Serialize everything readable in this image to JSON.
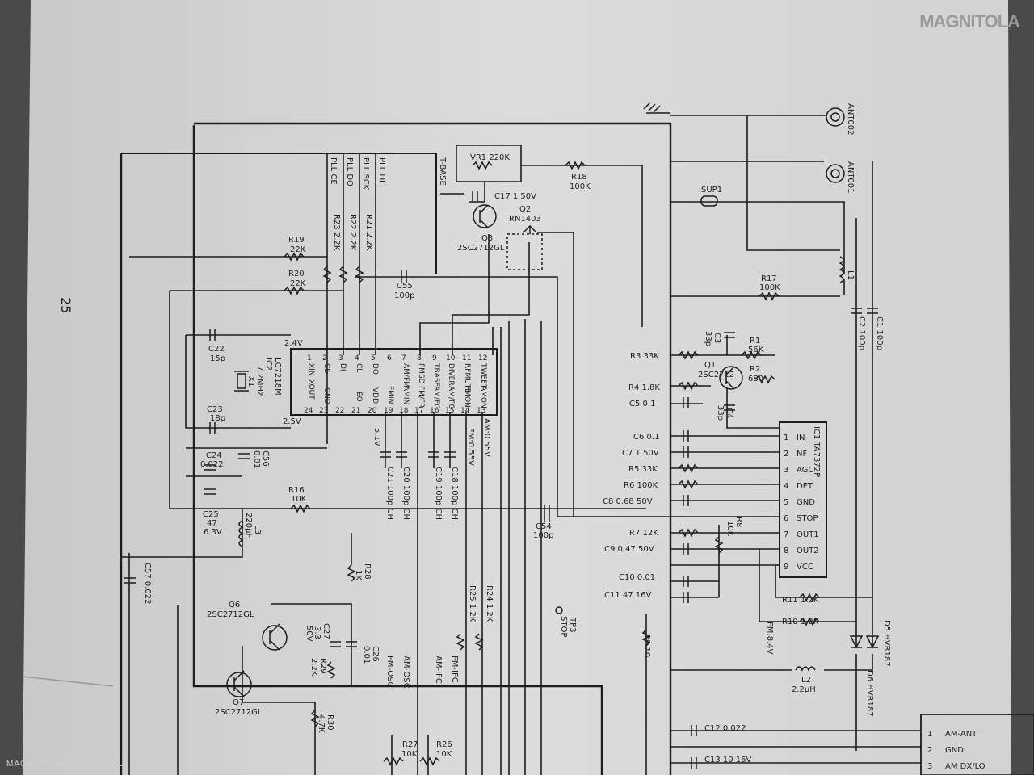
{
  "page": {
    "number": "25",
    "watermark_logo": "MAGNITOLA",
    "watermark_footer": "MAGNITOLAEL.ORG | [.RU] [.NET]"
  },
  "top_labels": {
    "pll_ce": "PLL CE",
    "pll_do": "PLL DO",
    "pll_sck": "PLL SCK",
    "pll_di": "PLL DI",
    "t_base": "T-BASE",
    "ant002": "ANT002",
    "ant001": "ANT001",
    "sup1": "SUP1"
  },
  "components": [
    {
      "id": "r23",
      "text": "R23 2.2K"
    },
    {
      "id": "r22",
      "text": "R22 2.2K"
    },
    {
      "id": "r21",
      "text": "R21 2.2K"
    },
    {
      "id": "r19",
      "text": "R19"
    },
    {
      "id": "r19v",
      "text": "22K"
    },
    {
      "id": "r20",
      "text": "R20"
    },
    {
      "id": "r20v",
      "text": "22K"
    },
    {
      "id": "c55",
      "text": "C55"
    },
    {
      "id": "c55v",
      "text": "100p"
    },
    {
      "id": "vr1",
      "text": "VR1 220K"
    },
    {
      "id": "r18",
      "text": "R18"
    },
    {
      "id": "r18v",
      "text": "100K"
    },
    {
      "id": "c17",
      "text": "C17 1 50V"
    },
    {
      "id": "q2",
      "text": "Q2"
    },
    {
      "id": "q2v",
      "text": "RN1403"
    },
    {
      "id": "q3",
      "text": "Q3"
    },
    {
      "id": "q3v",
      "text": "2SC2712GL"
    },
    {
      "id": "r17",
      "text": "R17"
    },
    {
      "id": "r17v",
      "text": "100K"
    },
    {
      "id": "l1",
      "text": "L1"
    },
    {
      "id": "c2",
      "text": "C2 100p"
    },
    {
      "id": "c1",
      "text": "C1 100p"
    },
    {
      "id": "c22",
      "text": "C22"
    },
    {
      "id": "c22v",
      "text": "15p"
    },
    {
      "id": "ic2",
      "text": "IC2"
    },
    {
      "id": "ic2v",
      "text": "LC7218M"
    },
    {
      "id": "x1",
      "text": "X1"
    },
    {
      "id": "x1v",
      "text": "7.2MHz"
    },
    {
      "id": "c23",
      "text": "C23"
    },
    {
      "id": "c23v",
      "text": "18p"
    },
    {
      "id": "v24a",
      "text": "2.4V"
    },
    {
      "id": "v25",
      "text": "2.5V"
    },
    {
      "id": "v51",
      "text": "5.1V"
    },
    {
      "id": "c24",
      "text": "C24"
    },
    {
      "id": "c24v",
      "text": "0.022"
    },
    {
      "id": "c56",
      "text": "C56"
    },
    {
      "id": "c56v",
      "text": "0.01"
    },
    {
      "id": "r16",
      "text": "R16"
    },
    {
      "id": "r16v",
      "text": "10K"
    },
    {
      "id": "c25",
      "text": "C25"
    },
    {
      "id": "c25v",
      "text": "47"
    },
    {
      "id": "c25w",
      "text": "6.3V"
    },
    {
      "id": "l3",
      "text": "L3"
    },
    {
      "id": "l3v",
      "text": "220μH"
    },
    {
      "id": "c57",
      "text": "C57 0.022"
    },
    {
      "id": "c21",
      "text": "C21 100p CH"
    },
    {
      "id": "c20",
      "text": "C20 100p CH"
    },
    {
      "id": "c19",
      "text": "C19 100p CH"
    },
    {
      "id": "c18",
      "text": "C18 100p CH"
    },
    {
      "id": "fm055",
      "text": "FM:0.55V"
    },
    {
      "id": "am055",
      "text": "AM:0.55V"
    },
    {
      "id": "c54",
      "text": "C54"
    },
    {
      "id": "c54v",
      "text": "100p"
    },
    {
      "id": "r28",
      "text": "R28"
    },
    {
      "id": "r28v",
      "text": "1K"
    },
    {
      "id": "q6",
      "text": "Q6"
    },
    {
      "id": "q6v",
      "text": "2SC2712GL"
    },
    {
      "id": "c27",
      "text": "C27"
    },
    {
      "id": "c27v",
      "text": "3.3"
    },
    {
      "id": "c27w",
      "text": "50V"
    },
    {
      "id": "c26",
      "text": "C26"
    },
    {
      "id": "c26v",
      "text": "0.01"
    },
    {
      "id": "r29",
      "text": "R29"
    },
    {
      "id": "r29v",
      "text": "2.2K"
    },
    {
      "id": "q7",
      "text": "Q7"
    },
    {
      "id": "q7v",
      "text": "2SC2712GL"
    },
    {
      "id": "r30",
      "text": "R30"
    },
    {
      "id": "r30v",
      "text": "4.7K"
    },
    {
      "id": "fmosc",
      "text": "FM-OSC"
    },
    {
      "id": "amosc",
      "text": "AM-OSC"
    },
    {
      "id": "amifc",
      "text": "AM-IFC"
    },
    {
      "id": "fmifc",
      "text": "FM-IFC"
    },
    {
      "id": "r25",
      "text": "R25 1.2K"
    },
    {
      "id": "r24",
      "text": "R24 1.2K"
    },
    {
      "id": "tp3",
      "text": "TP3"
    },
    {
      "id": "tp3v",
      "text": "STOP"
    },
    {
      "id": "r27",
      "text": "R27"
    },
    {
      "id": "r27v",
      "text": "10K"
    },
    {
      "id": "r26",
      "text": "R26"
    },
    {
      "id": "r26v",
      "text": "10K"
    },
    {
      "id": "r3",
      "text": "R3 33K"
    },
    {
      "id": "c3",
      "text": "C3"
    },
    {
      "id": "c3v",
      "text": "33p"
    },
    {
      "id": "r1",
      "text": "R1"
    },
    {
      "id": "r1v",
      "text": "56K"
    },
    {
      "id": "q1",
      "text": "Q1"
    },
    {
      "id": "q1v",
      "text": "2SC2712"
    },
    {
      "id": "r2",
      "text": "R2"
    },
    {
      "id": "r2v",
      "text": "680"
    },
    {
      "id": "r4",
      "text": "R4 1.8K"
    },
    {
      "id": "c5",
      "text": "C5 0.1"
    },
    {
      "id": "c4",
      "text": "C4"
    },
    {
      "id": "c4v",
      "text": "33p"
    },
    {
      "id": "c6",
      "text": "C6 0.1"
    },
    {
      "id": "c7",
      "text": "C7 1 50V"
    },
    {
      "id": "r5",
      "text": "R5 33K"
    },
    {
      "id": "r6",
      "text": "R6 100K"
    },
    {
      "id": "c8",
      "text": "C8 0.68 50V"
    },
    {
      "id": "r7",
      "text": "R7 12K"
    },
    {
      "id": "c9",
      "text": "C9 0.47 50V"
    },
    {
      "id": "r8",
      "text": "R8"
    },
    {
      "id": "r8v",
      "text": "10K"
    },
    {
      "id": "c10",
      "text": "C10 0.01"
    },
    {
      "id": "c11",
      "text": "C11 47 16V"
    },
    {
      "id": "ic1",
      "text": "IC1 TA7372P"
    },
    {
      "id": "r11",
      "text": "R11 1.2K"
    },
    {
      "id": "r10",
      "text": "R10 1.2K"
    },
    {
      "id": "fm84",
      "text": "FM:8.4V"
    },
    {
      "id": "r9",
      "text": "R9 10"
    },
    {
      "id": "l2",
      "text": "L2"
    },
    {
      "id": "l2v",
      "text": "2.2μH"
    },
    {
      "id": "d5",
      "text": "D5 HVR187"
    },
    {
      "id": "d6",
      "text": "D6 HVR187"
    },
    {
      "id": "c12",
      "text": "C12 0.022"
    },
    {
      "id": "c13",
      "text": "C13 10 16V"
    },
    {
      "id": "am_ant",
      "text": "AM-ANT"
    },
    {
      "id": "gnd",
      "text": "GND"
    },
    {
      "id": "amdx",
      "text": "AM DX/LO"
    },
    {
      "id": "cn1",
      "text": "1"
    },
    {
      "id": "cn2",
      "text": "2"
    },
    {
      "id": "cn3",
      "text": "3"
    }
  ],
  "ic2_pins": {
    "top_numbers": [
      "1",
      "2",
      "3",
      "4",
      "5",
      "6",
      "7",
      "8",
      "9",
      "10",
      "11",
      "12"
    ],
    "top_names": [
      "XIN",
      "CE",
      "DI",
      "CL",
      "DO",
      "",
      "AM/FM",
      "FMSD",
      "TBASE",
      "DIVER",
      "RFMUTE",
      "TWEET"
    ],
    "bottom_numbers": [
      "24",
      "23",
      "22",
      "21",
      "20",
      "19",
      "18",
      "17",
      "16",
      "15",
      "14",
      "13"
    ],
    "bottom_names": [
      "XOUT",
      "GND",
      "",
      "EO",
      "VDD",
      "FMIN",
      "AMIN",
      "FM/FR",
      "AM/FC",
      "AM/FC",
      "FMON",
      "AMON"
    ]
  },
  "ic1_pins": [
    {
      "num": "1",
      "name": "IN"
    },
    {
      "num": "2",
      "name": "NF"
    },
    {
      "num": "3",
      "name": "AGC"
    },
    {
      "num": "4",
      "name": "DET"
    },
    {
      "num": "5",
      "name": "GND"
    },
    {
      "num": "6",
      "name": "STOP"
    },
    {
      "num": "7",
      "name": "OUT1"
    },
    {
      "num": "8",
      "name": "OUT2"
    },
    {
      "num": "9",
      "name": "VCC"
    }
  ]
}
